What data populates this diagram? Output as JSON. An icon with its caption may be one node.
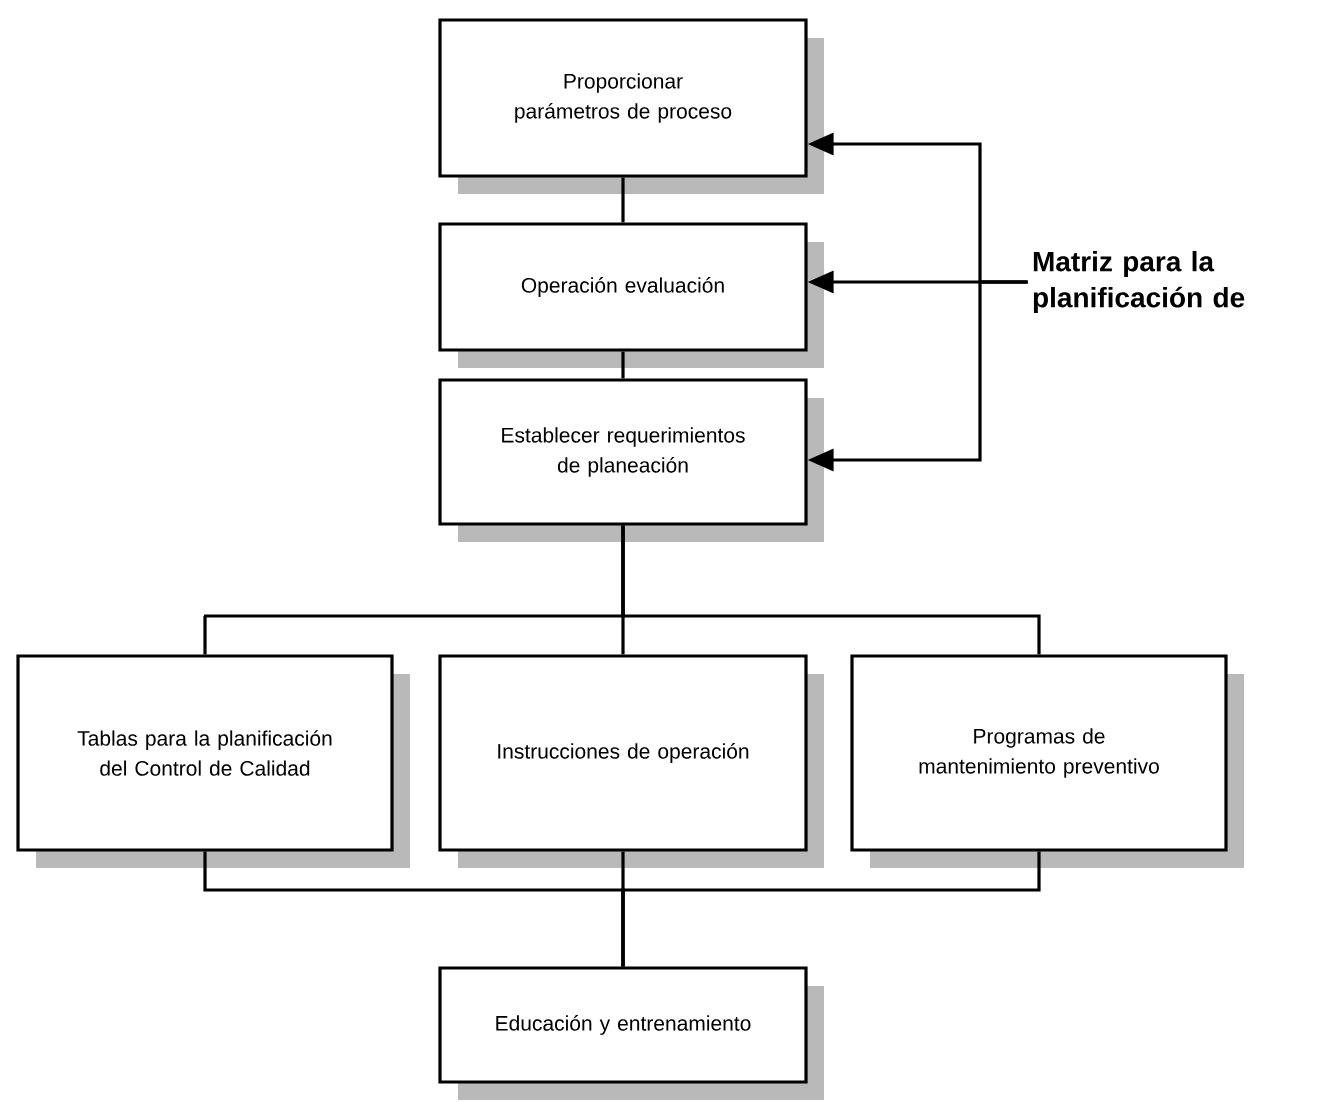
{
  "diagram": {
    "nodes": [
      {
        "text": [
          "Proporcionar parámetros de proceso"
        ]
      },
      {
        "text": [
          "Operación evaluación"
        ]
      },
      {
        "text": [
          "Establecer requerimientos de planeación"
        ]
      },
      {
        "text": [
          "Tablas para la planificación del Control de Calidad"
        ]
      },
      {
        "text": [
          "Instrucciones de operación"
        ]
      },
      {
        "text": [
          "Programas de mantenimiento preventivo"
        ]
      },
      {
        "text": [
          "Educación y entrenamiento"
        ]
      },
      {
        "text": [
          "Matriz para la planificación de"
        ]
      }
    ],
    "edges": [
      {
        "from": 0,
        "to": 1,
        "arrow": "none"
      },
      {
        "from": 1,
        "to": 2,
        "arrow": "none"
      },
      {
        "from": 2,
        "to": 3,
        "arrow": "none"
      },
      {
        "from": 2,
        "to": 4,
        "arrow": "none"
      },
      {
        "from": 2,
        "to": 5,
        "arrow": "none"
      },
      {
        "from": 3,
        "to": 6,
        "arrow": "none"
      },
      {
        "from": 4,
        "to": 6,
        "arrow": "none"
      },
      {
        "from": 5,
        "to": 6,
        "arrow": "none"
      },
      {
        "from": 7,
        "to": 0,
        "arrow": "to"
      },
      {
        "from": 7,
        "to": 1,
        "arrow": "to"
      },
      {
        "from": 7,
        "to": 2,
        "arrow": "to"
      }
    ]
  }
}
